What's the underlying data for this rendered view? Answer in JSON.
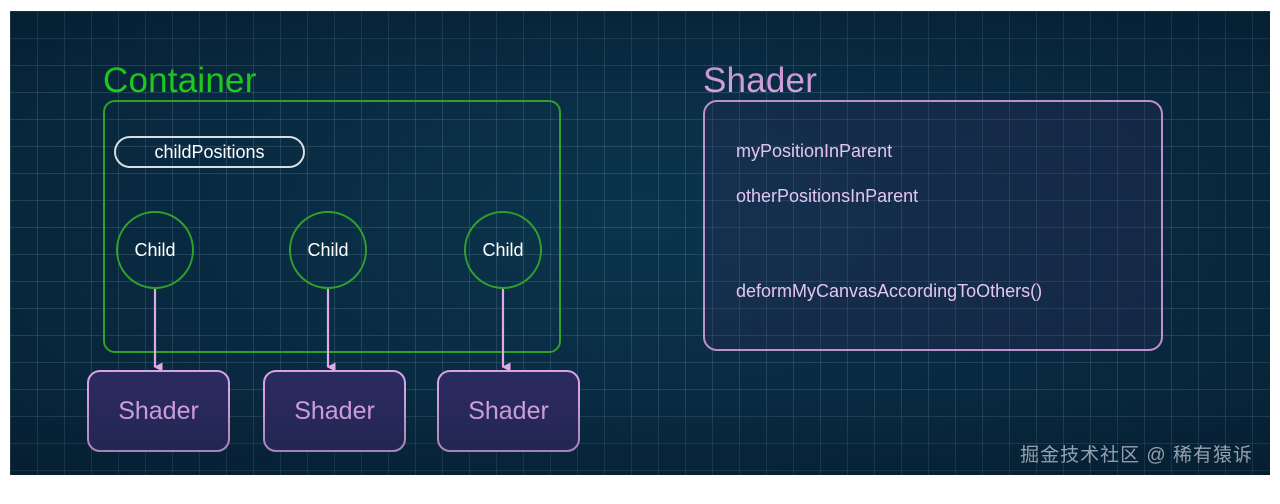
{
  "diagram": {
    "container": {
      "title": "Container",
      "property_pill": "childPositions",
      "children": [
        {
          "label": "Child"
        },
        {
          "label": "Child"
        },
        {
          "label": "Child"
        }
      ],
      "shader_boxes": [
        {
          "label": "Shader"
        },
        {
          "label": "Shader"
        },
        {
          "label": "Shader"
        }
      ]
    },
    "shader": {
      "title": "Shader",
      "lines": [
        "myPositionInParent",
        "otherPositionsInParent",
        "deformMyCanvasAccordingToOthers()"
      ]
    },
    "watermark": "掘金技术社区 @ 稀有猿诉",
    "colors": {
      "background": "#0b3148",
      "grid_line": "#a0c8d7",
      "container_green": "#2fa02a",
      "container_title_green": "#1ed11c",
      "shader_purple": "#d9a2e2",
      "shader_panel_border": "#c08fd0",
      "shader_box_fill": "#2b2a5e",
      "arrow_pink": "#dfa9e6",
      "pill_border": "#d7dde3",
      "text_white": "#ffffff"
    }
  }
}
